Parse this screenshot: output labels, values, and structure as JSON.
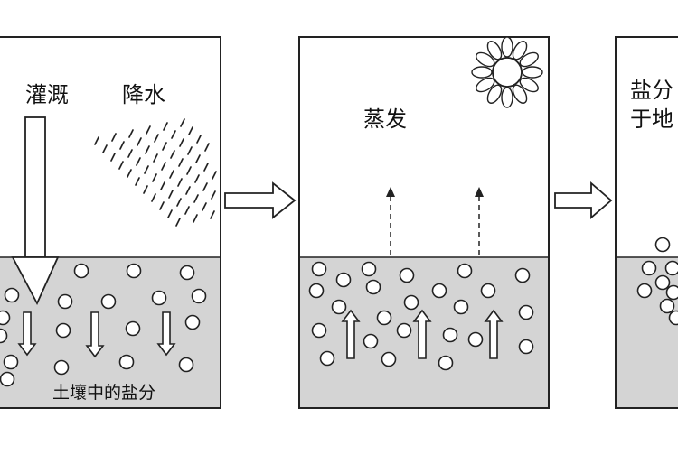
{
  "panel1": {
    "irrigation_label": "灌溉",
    "rain_label": "降水",
    "soil_label": "土壤中的盐分"
  },
  "panel2": {
    "evaporation_label": "蒸发"
  },
  "panel3": {
    "caption_line1": "盐分",
    "caption_line2": "于地"
  },
  "colors": {
    "soil": "#d4d4d4",
    "stroke": "#222222",
    "background": "#ffffff"
  },
  "icons": [
    "sun-icon",
    "right-arrow-icon",
    "down-arrow-icon",
    "up-arrow-icon",
    "salt-particle-icon",
    "rain-streak-icon"
  ]
}
